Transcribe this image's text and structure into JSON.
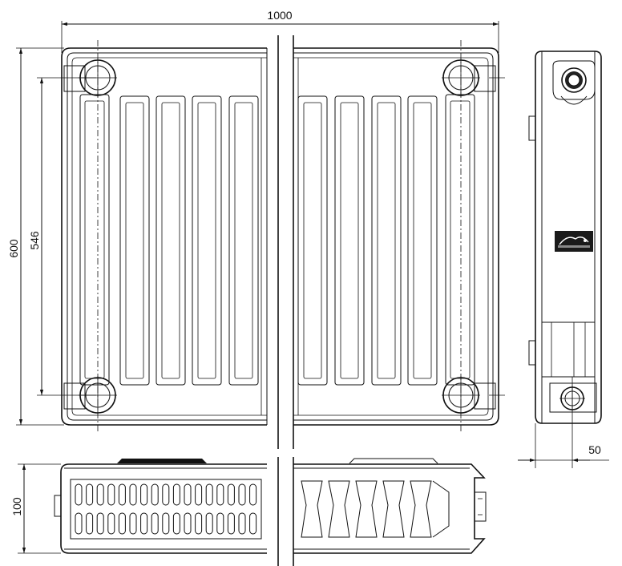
{
  "dimensions": {
    "width": "1000",
    "height_total": "600",
    "height_connection": "546",
    "depth": "100",
    "side_offset": "50"
  },
  "colors": {
    "line": "#111111",
    "background": "#ffffff"
  },
  "logo": {
    "icon": "brand-logo-icon"
  }
}
